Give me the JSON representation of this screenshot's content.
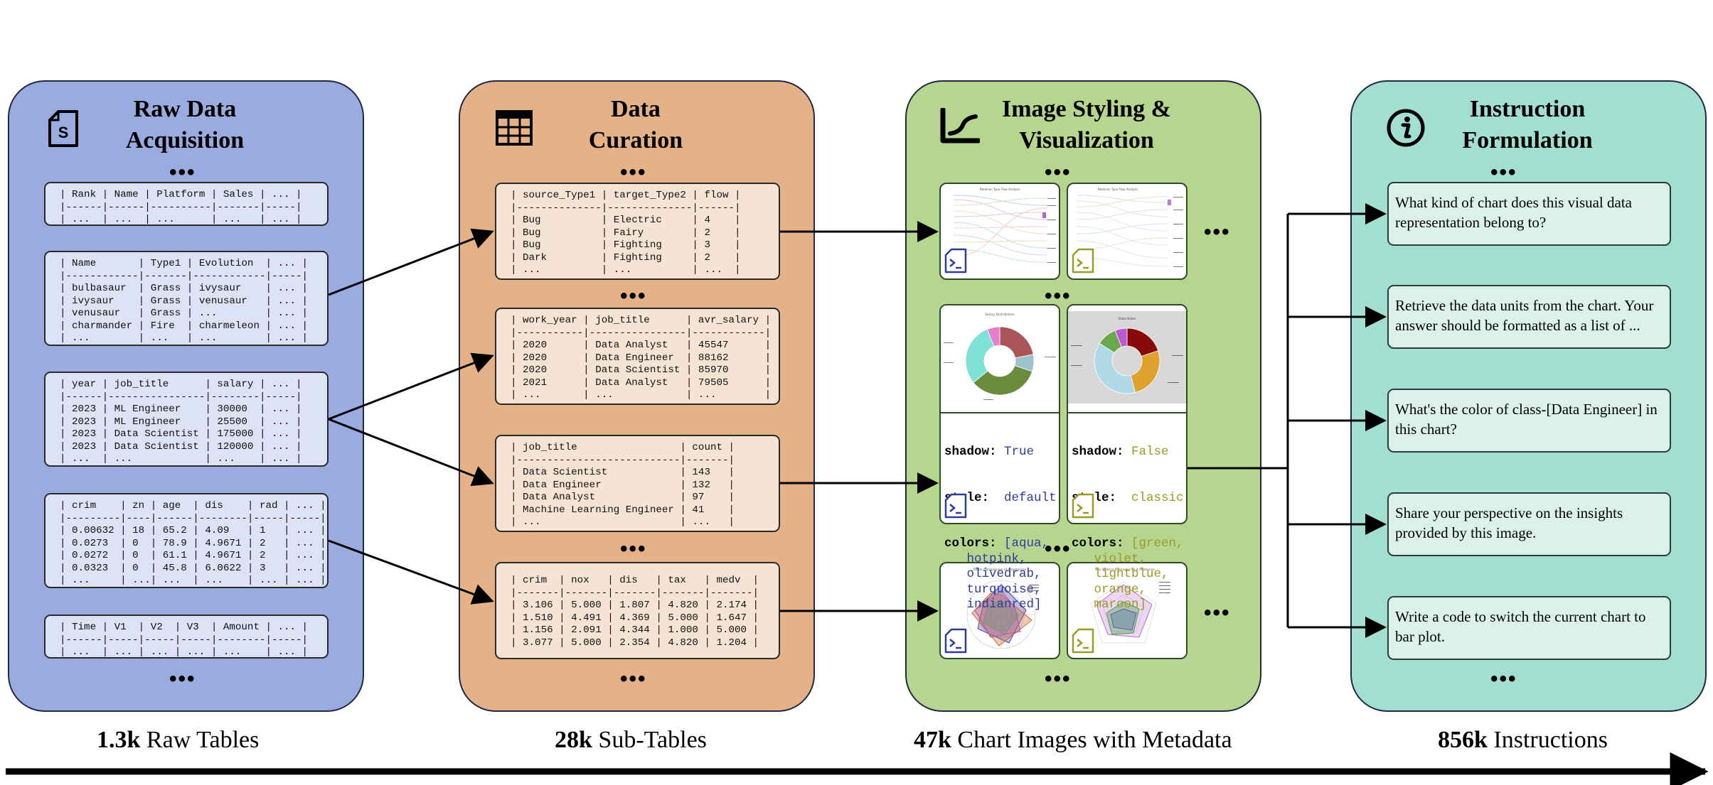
{
  "stages": {
    "raw": {
      "title_line1": "Raw Data",
      "title_line2": "Acquisition",
      "icon": "script-s-icon",
      "color": "#9aabdf"
    },
    "curation": {
      "title_line1": "Data",
      "title_line2": "Curation",
      "icon": "table-grid-icon",
      "color": "#e4b286"
    },
    "styling": {
      "title_line1": "Image Styling &",
      "title_line2": "Visualization",
      "icon": "chart-axis-icon",
      "color": "#b6d690"
    },
    "instruction": {
      "title_line1": "Instruction",
      "title_line2": "Formulation",
      "icon": "info-icon",
      "color": "#a3dfd1"
    }
  },
  "ellipsis": "•••",
  "raw_tables": [
    "| Rank | Name | Platform | Sales | ... |\n|------|------|----------|-------|-----|\n| ...  | ...  | ...      | ...   | ... |",
    "| Name       | Type1 | Evolution  | ... |\n|------------|-------|------------|-----|\n| bulbasaur  | Grass | ivysaur    | ... |\n| ivysaur    | Grass | venusaur   | ... |\n| venusaur   | Grass | ...        | ... |\n| charmander | Fire  | charmeleon | ... |\n| ...        | ...   | ...        | ... |",
    "| year | job_title      | salary | ... |\n|------|----------------|--------|-----|\n| 2023 | ML Engineer    | 30000  | ... |\n| 2023 | ML Engineer    | 25500  | ... |\n| 2023 | Data Scientist | 175000 | ... |\n| 2023 | Data Scientist | 120000 | ... |\n| ...  | ...            | ...    | ... |",
    "| crim    | zn | age  | dis    | rad | ... |\n|---------|----|------|--------|-----|-----|\n| 0.00632 | 18 | 65.2 | 4.09   | 1   | ... |\n| 0.0273  | 0  | 78.9 | 4.9671 | 2   | ... |\n| 0.0272  | 0  | 61.1 | 4.9671 | 2   | ... |\n| 0.0323  | 0  | 45.8 | 6.0622 | 3   | ... |\n| ...     | ...| ...  | ...    | ... | ... |",
    "| Time | V1  | V2  | V3  | Amount | ... |\n|------|-----|-----|-----|--------|-----|\n| ...  | ... | ... | ... | ...    | ... |"
  ],
  "sub_tables": [
    "| source_Type1 | target_Type2 | flow |\n|--------------|--------------|------|\n| Bug          | Electric     | 4    |\n| Bug          | Fairy        | 2    |\n| Bug          | Fighting     | 3    |\n| Dark         | Fighting     | 2    |\n| ...          | ...          | ...  |",
    "| work_year | job_title      | avr_salary |\n|-----------|----------------|------------|\n| 2020      | Data Analyst   | 45547      |\n| 2020      | Data Engineer  | 88162      |\n| 2020      | Data Scientist | 85970      |\n| 2021      | Data Analyst   | 79505      |\n| ...       | ...            | ...        |",
    "| job_title                 | count |\n|---------------------------|-------|\n| Data Scientist            | 143   |\n| Data Engineer             | 132   |\n| Data Analyst              | 97    |\n| Machine Learning Engineer | 41    |\n| ...                       | ...   |",
    "| crim  | nox   | dis   | tax   | medv  |\n|-------|-------|-------|-------|-------|\n| 3.106 | 5.000 | 1.807 | 4.820 | 2.174 |\n| 1.510 | 4.491 | 4.369 | 5.000 | 1.647 |\n| 1.156 | 2.091 | 4.344 | 1.000 | 5.000 |\n| 3.077 | 5.000 | 2.354 | 4.820 | 1.204 |"
  ],
  "chart_tiles": {
    "sankey_title_1": "Pokémon Type Flow Analysis",
    "sankey_title_2": "Pokémon Type Flow Analysis",
    "donut_title_1": "Salary Distribution",
    "donut_title_2": "Data Roles",
    "radar_title_1": "Radar Comparison of 4 Instances",
    "radar_title_2": "Key Metrics Overview for 4 Instances",
    "donut_colors_1": [
      "#aa5559",
      "#9dc4cd",
      "#6a8b3a",
      "#7fe2d5",
      "#e47fcd"
    ],
    "donut_colors_2": [
      "#870b0b",
      "#e0a22e",
      "#b1d9e8",
      "#6aa84f",
      "#b85ad1"
    ],
    "radar_colors": [
      "#4444aa",
      "#cc6633",
      "#66aa66",
      "#aa55aa"
    ]
  },
  "metadata": [
    {
      "shadow_key": "shadow:",
      "shadow_val": "True",
      "style_key": "style:",
      "style_val": "default",
      "colors_key": "colors:",
      "colors_val": "[aqua,\n   hotpink,\n   olivedrab,\n   turquoise,\n   indianred]",
      "value_color": "#2e3c9a"
    },
    {
      "shadow_key": "shadow:",
      "shadow_val": "False",
      "style_key": "style:",
      "style_val": "classic",
      "colors_key": "colors:",
      "colors_val": "[green,\n   violet,\n   lightblue,\n   orange,\n   maroon]",
      "value_color": "#9a9a24"
    }
  ],
  "instructions": [
    "What kind of chart does this visual data representation belong to?",
    "Retrieve the data units from the chart. Your answer should be formatted as a list of ...",
    "What's the color of class-[Data Engineer] in this chart?",
    "Share your perspective on the insights provided by this image.",
    "Write a code to switch the current chart to bar plot."
  ],
  "stats": [
    {
      "value": "1.3k",
      "label": " Raw Tables"
    },
    {
      "value": "28k",
      "label": " Sub-Tables"
    },
    {
      "value": "47k",
      "label": " Chart Images with Metadata"
    },
    {
      "value": "856k",
      "label": " Instructions"
    }
  ]
}
